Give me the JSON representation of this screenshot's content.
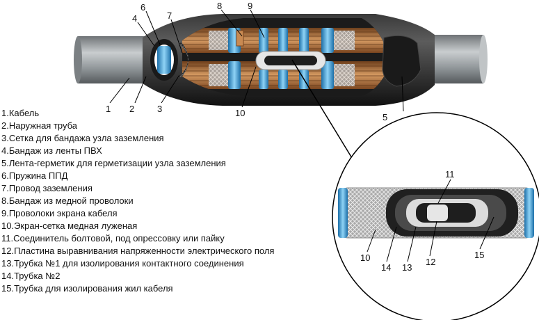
{
  "legend": [
    "1.Кабель",
    "2.Наружная труба",
    "3.Сетка для бандажа узла заземления",
    "4.Бандаж из ленты ПВХ",
    "5.Лента-герметик для герметизации узла заземления",
    "6.Пружина ППД",
    "7.Провод заземления",
    "8.Бандаж из медной проволоки",
    "9.Проволоки экрана кабеля",
    "10.Экран-сетка медная луженая",
    "11.Соединитель болтовой, под опрессовку или пайку",
    "12.Пластина выравнивания напряженности электрического поля",
    "13.Трубка №1 для изолирования контактного соединения",
    "14.Трубка №2",
    "15.Трубка для изолирования жил кабеля"
  ],
  "callouts": {
    "n1": "1",
    "n2": "2",
    "n3": "3",
    "n4": "4",
    "n5": "5",
    "n6": "6",
    "n7": "7",
    "n8": "8",
    "n9": "9",
    "n10": "10",
    "d10": "10",
    "d11": "11",
    "d12": "12",
    "d13": "13",
    "d14": "14",
    "d15": "15"
  },
  "colors": {
    "cable": "#8d9396",
    "outer_tube": "#2b2b2b",
    "copper": "#b9743d",
    "spring_blue": "#3fa6dd",
    "mesh": "#bfbfbf"
  }
}
